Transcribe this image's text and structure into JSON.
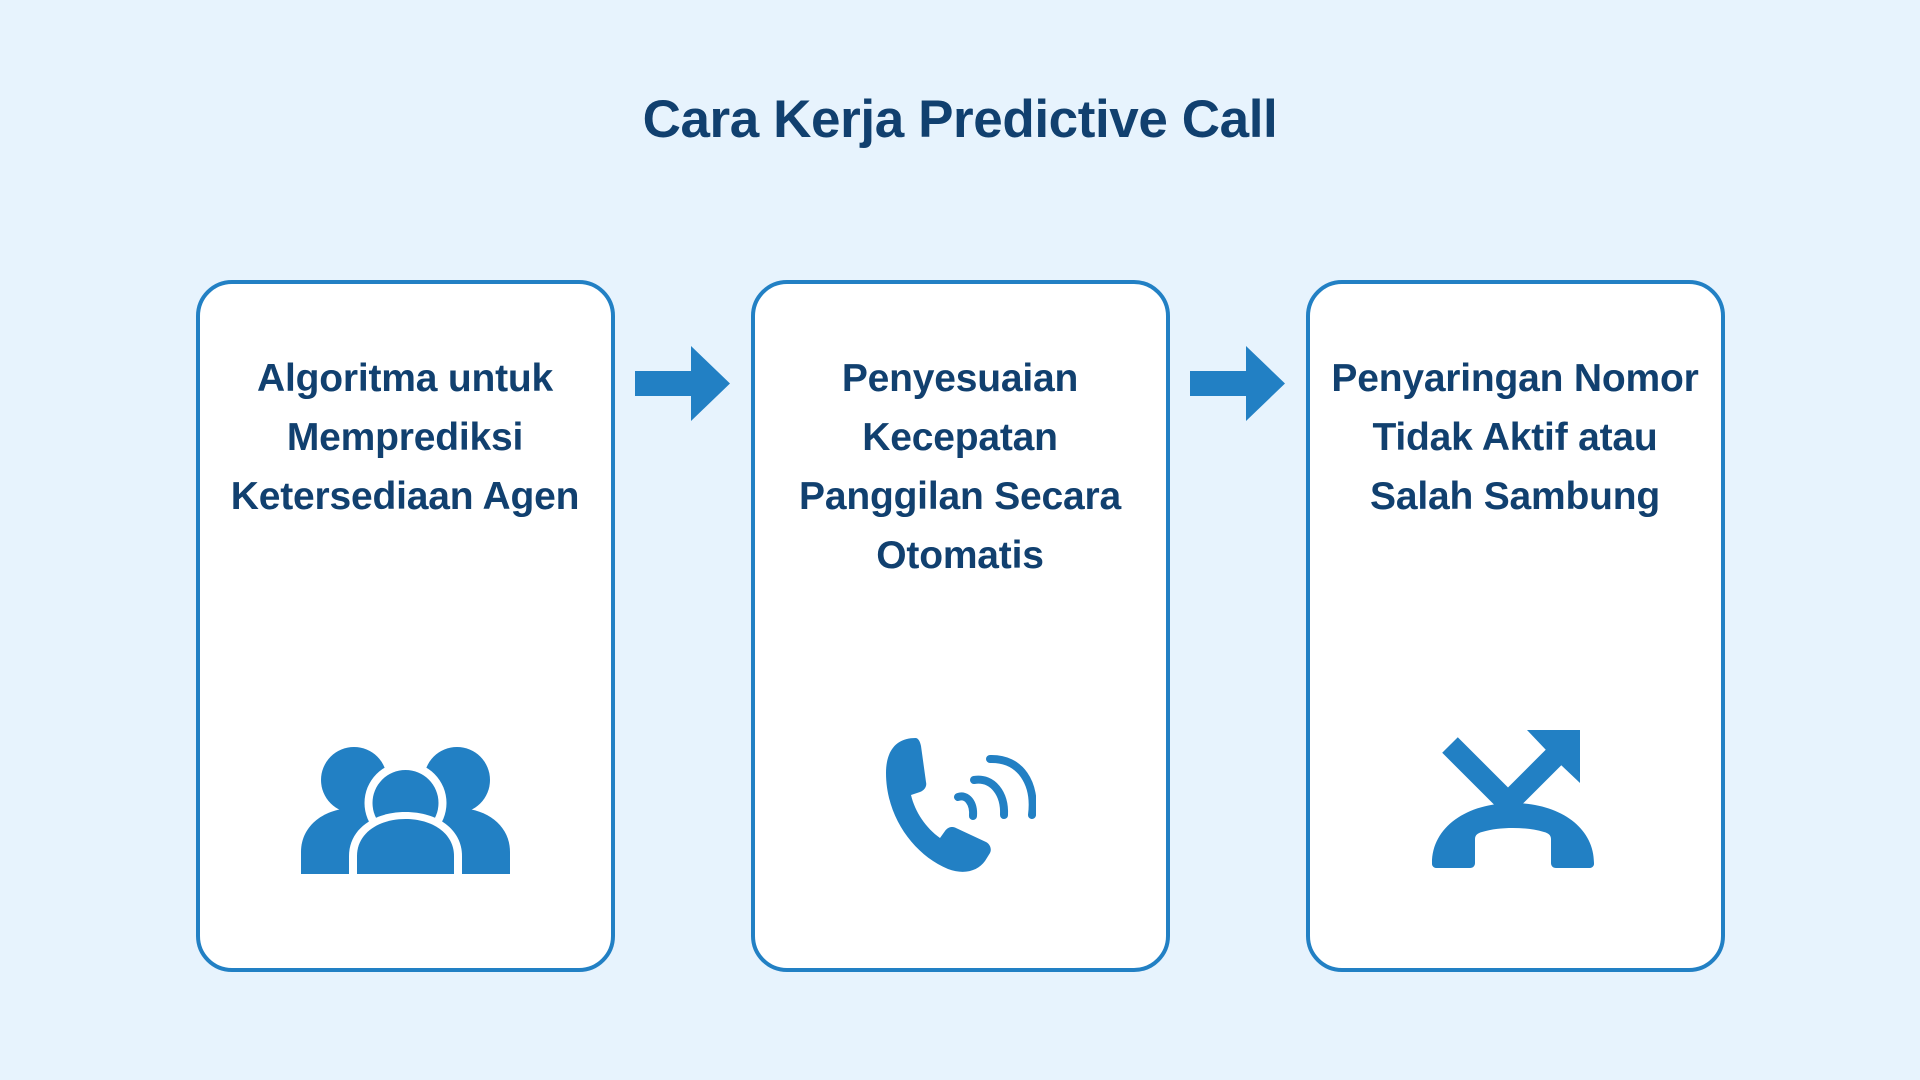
{
  "page": {
    "title": "Cara Kerja Predictive Call",
    "background_color": "#e7f3fd",
    "accent_color": "#2280c4",
    "text_color": "#11406f",
    "card_background": "#ffffff"
  },
  "flow": {
    "arrow_label": "next-step",
    "steps": [
      {
        "id": "step-1",
        "text": "Algoritma untuk Memprediksi Ketersediaan Agen",
        "icon": "people-group-icon"
      },
      {
        "id": "step-2",
        "text": "Penyesuaian Kecepatan Panggilan Secara Otomatis",
        "icon": "ringing-phone-icon"
      },
      {
        "id": "step-3",
        "text": "Penyaringan Nomor Tidak Aktif atau Salah Sambung",
        "icon": "missed-call-icon"
      }
    ],
    "arrows": [
      {
        "id": "arrow-1",
        "from": "step-1",
        "to": "step-2"
      },
      {
        "id": "arrow-2",
        "from": "step-2",
        "to": "step-3"
      }
    ]
  }
}
